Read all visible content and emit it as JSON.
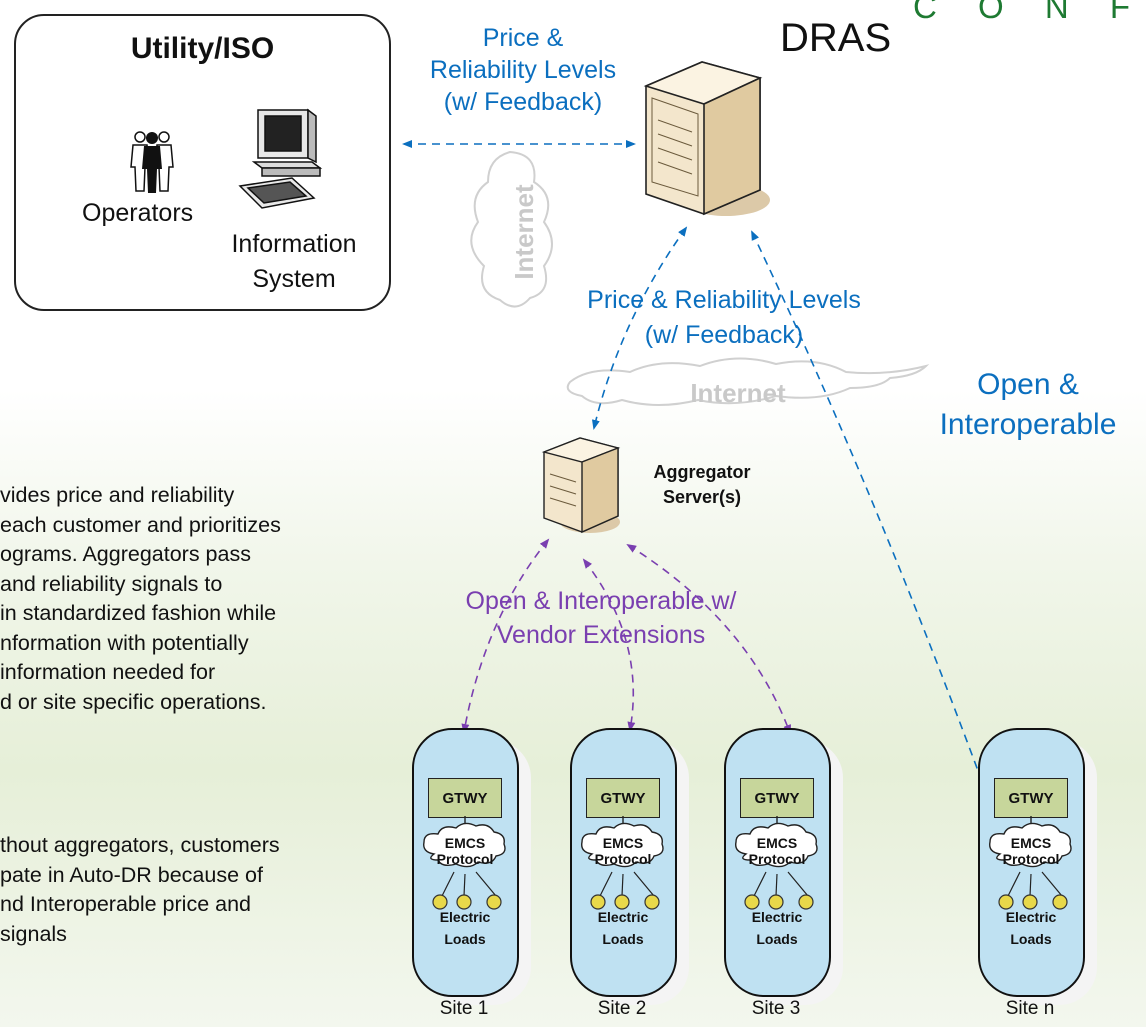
{
  "header": {
    "corner_text": "C O N F"
  },
  "utility": {
    "title": "Utility/ISO",
    "operators_label": "Operators",
    "info_system_line1": "Information",
    "info_system_line2": "System"
  },
  "dras": {
    "title": "DRAS"
  },
  "link_top": {
    "line1": "Price &",
    "line2": "Reliability Levels",
    "line3": "(w/ Feedback)"
  },
  "clouds": {
    "internet_vertical": "Internet",
    "internet_horizontal": "Internet"
  },
  "link_mid": {
    "line1": "Price & Reliability Levels",
    "line2": "(w/ Feedback)"
  },
  "open_interop": {
    "line1": "Open &",
    "line2": "Interoperable"
  },
  "aggregator": {
    "line1": "Aggregator",
    "line2": "Server(s)"
  },
  "vendor_link": {
    "line1": "Open & Interoperable w/",
    "line2": "Vendor Extensions"
  },
  "site_parts": {
    "gateway": "GTWY",
    "emcs1": "EMCS",
    "emcs2": "Protocol",
    "loads1": "Electric",
    "loads2": "Loads"
  },
  "sites": [
    "Site 1",
    "Site 2",
    "Site 3",
    "Site n"
  ],
  "paragraph1": [
    "vides price and reliability",
    "each customer and prioritizes",
    "ograms.  Aggregators pass",
    "and reliability signals to",
    "in standardized fashion while",
    "nformation with potentially",
    "information needed for",
    "d or site specific operations."
  ],
  "paragraph2": [
    "thout aggregators, customers",
    "pate in Auto-DR because of",
    "nd Interoperable price and",
    "signals"
  ],
  "colors": {
    "blue": "#0b6fbf",
    "purple": "#7a3fb0",
    "gateway": "#c7d69b",
    "site": "#bfe1f2"
  }
}
